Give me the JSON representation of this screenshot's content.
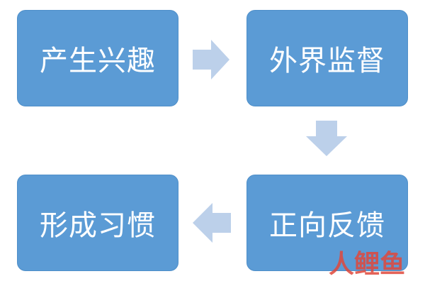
{
  "colors": {
    "box_fill": "#5b9bd5",
    "box_text": "#ffffff",
    "arrow_fill": "#bcd0ea",
    "watermark": "#e0483c"
  },
  "steps": [
    {
      "label": "产生兴趣"
    },
    {
      "label": "外界监督"
    },
    {
      "label": "正向反馈"
    },
    {
      "label": "形成习惯"
    }
  ],
  "arrows": [
    {
      "direction": "right"
    },
    {
      "direction": "down"
    },
    {
      "direction": "left"
    }
  ],
  "watermark": {
    "text_part_1": "人",
    "text_part_2": "鲤鱼"
  }
}
